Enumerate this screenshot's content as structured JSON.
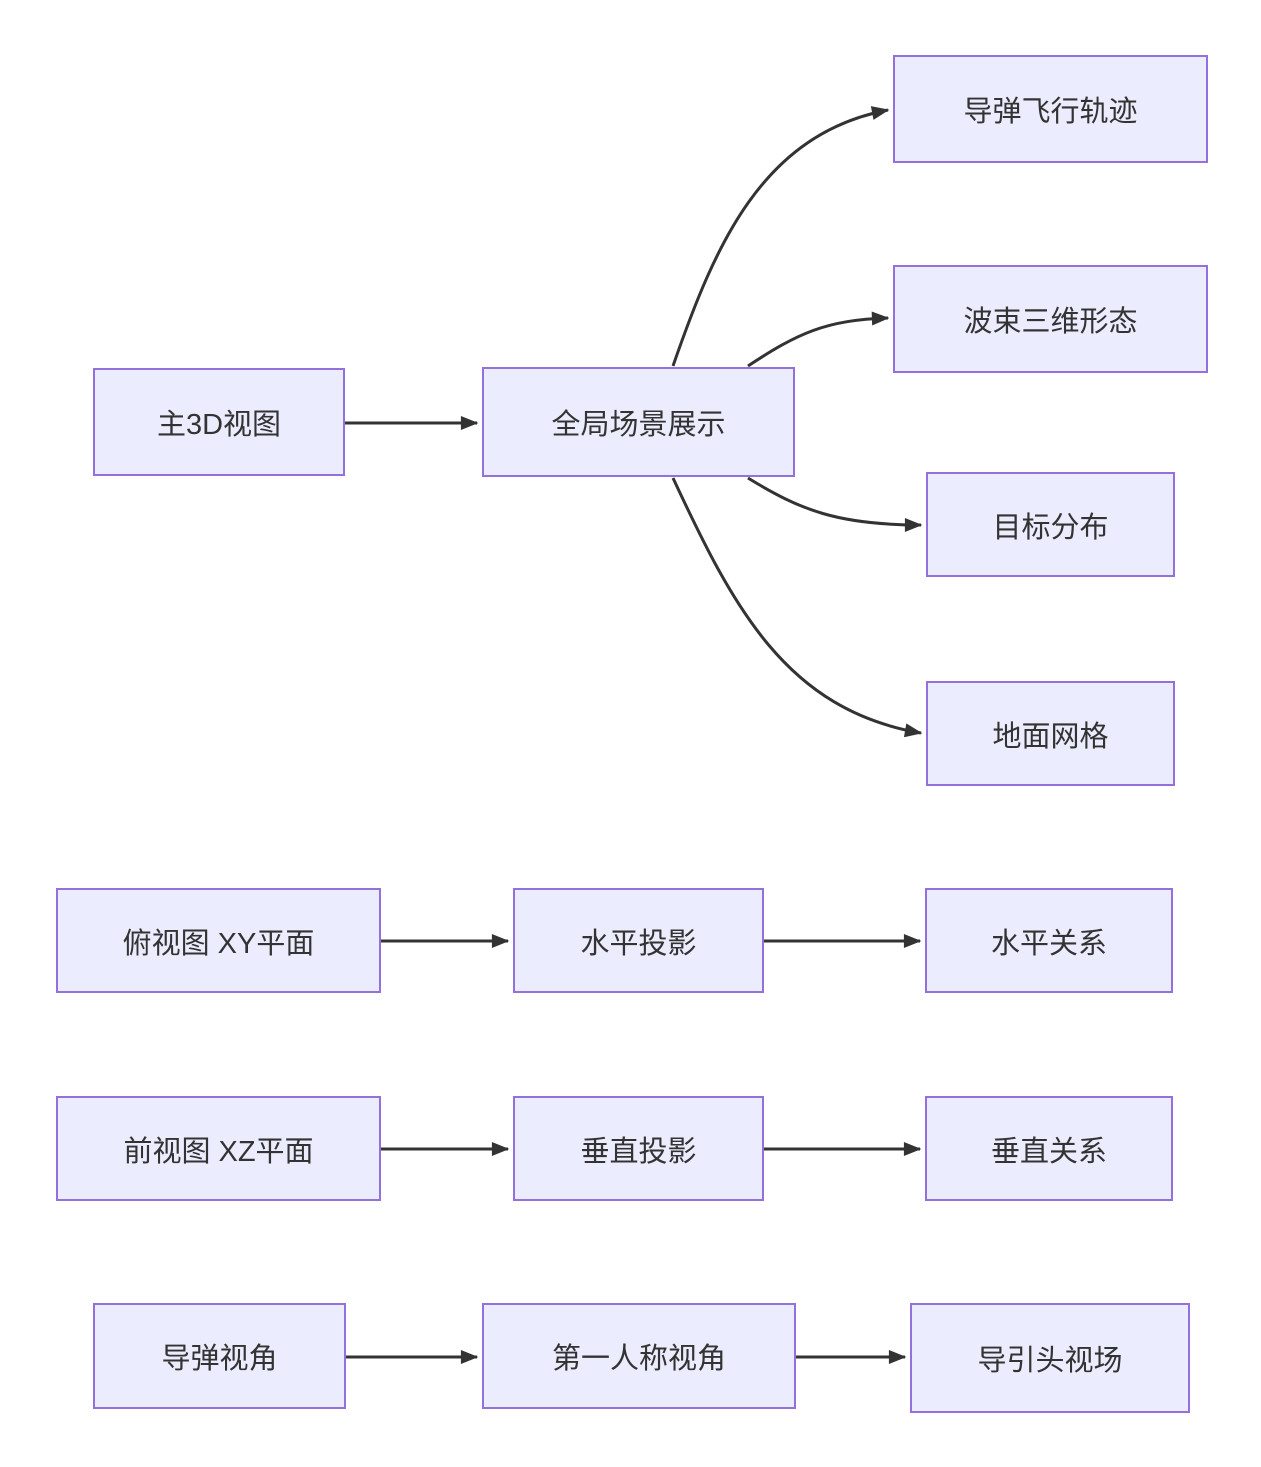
{
  "diagram": {
    "type": "flowchart",
    "direction": "left-to-right",
    "colors": {
      "node_fill": "#ECECFF",
      "node_border": "#9370DB",
      "edge_stroke": "#333333",
      "text": "#333333",
      "background": "#ffffff"
    },
    "nodes": {
      "main_3d_view": {
        "label": "主3D视图"
      },
      "global_scene": {
        "label": "全局场景展示"
      },
      "missile_trajectory": {
        "label": "导弹飞行轨迹"
      },
      "beam_3d_shape": {
        "label": "波束三维形态"
      },
      "target_distribution": {
        "label": "目标分布"
      },
      "ground_grid": {
        "label": "地面网格"
      },
      "top_view": {
        "label": "俯视图 XY平面"
      },
      "horizontal_projection": {
        "label": "水平投影"
      },
      "horizontal_relation": {
        "label": "水平关系"
      },
      "front_view": {
        "label": "前视图 XZ平面"
      },
      "vertical_projection": {
        "label": "垂直投影"
      },
      "vertical_relation": {
        "label": "垂直关系"
      },
      "missile_view": {
        "label": "导弹视角"
      },
      "first_person_view": {
        "label": "第一人称视角"
      },
      "seeker_fov": {
        "label": "导引头视场"
      }
    },
    "edges": [
      {
        "from": "主3D视图",
        "to": "全局场景展示"
      },
      {
        "from": "全局场景展示",
        "to": "导弹飞行轨迹"
      },
      {
        "from": "全局场景展示",
        "to": "波束三维形态"
      },
      {
        "from": "全局场景展示",
        "to": "目标分布"
      },
      {
        "from": "全局场景展示",
        "to": "地面网格"
      },
      {
        "from": "俯视图 XY平面",
        "to": "水平投影"
      },
      {
        "from": "水平投影",
        "to": "水平关系"
      },
      {
        "from": "前视图 XZ平面",
        "to": "垂直投影"
      },
      {
        "from": "垂直投影",
        "to": "垂直关系"
      },
      {
        "from": "导弹视角",
        "to": "第一人称视角"
      },
      {
        "from": "第一人称视角",
        "to": "导引头视场"
      }
    ]
  }
}
